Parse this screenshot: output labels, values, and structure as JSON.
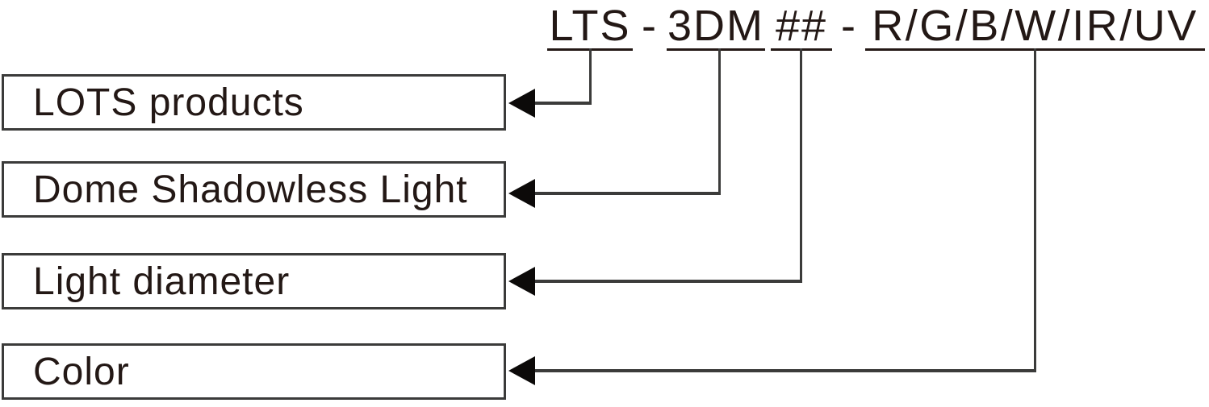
{
  "diagram": {
    "type": "part-number-key",
    "code": {
      "full": "LTS - 3DM ## - R/G/B/W/IR/UV",
      "segments": {
        "product": "LTS",
        "sep1": "-",
        "series": "3DM",
        "diameter": "##",
        "sep2": "-",
        "color": "R/G/B/W/IR/UV"
      }
    },
    "rows": [
      {
        "label": "LOTS products"
      },
      {
        "label": "Dome Shadowless Light"
      },
      {
        "label": "Light diameter"
      },
      {
        "label": "Color"
      }
    ],
    "colors": {
      "text": "#231815",
      "line": "#3b3b3a",
      "arrow": "#0c0a09",
      "box_border": "#3b3b3a",
      "background": "#ffffff"
    }
  }
}
